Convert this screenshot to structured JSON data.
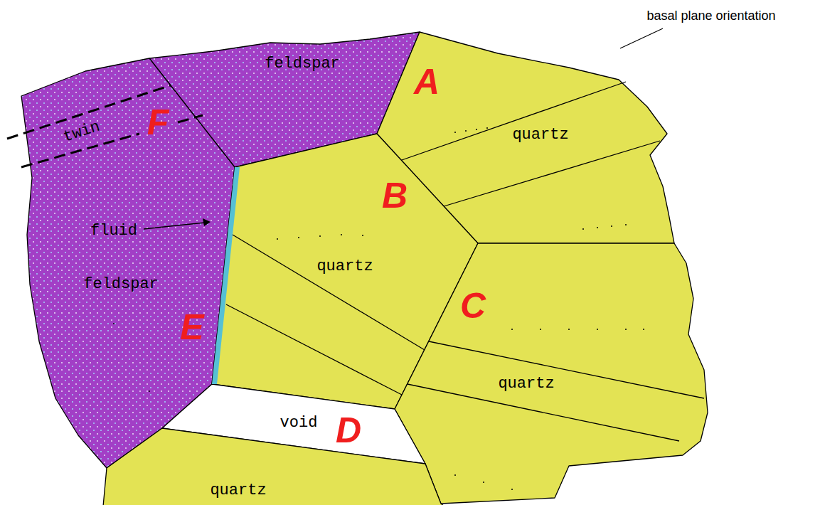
{
  "diagram": {
    "nodes": [
      {
        "text": [
          "feldspar"
        ]
      },
      {
        "text": [
          "quartz"
        ]
      },
      {
        "text": [
          "feldspar"
        ]
      },
      {
        "text": [
          "quartz"
        ]
      },
      {
        "text": [
          "quartz"
        ]
      },
      {
        "text": [
          "void"
        ]
      },
      {
        "text": [
          "quartz"
        ]
      }
    ],
    "labels": [
      "basal plane orientation",
      "A",
      "F",
      "twin",
      "fluid",
      "B",
      "C",
      "E",
      "D"
    ]
  }
}
